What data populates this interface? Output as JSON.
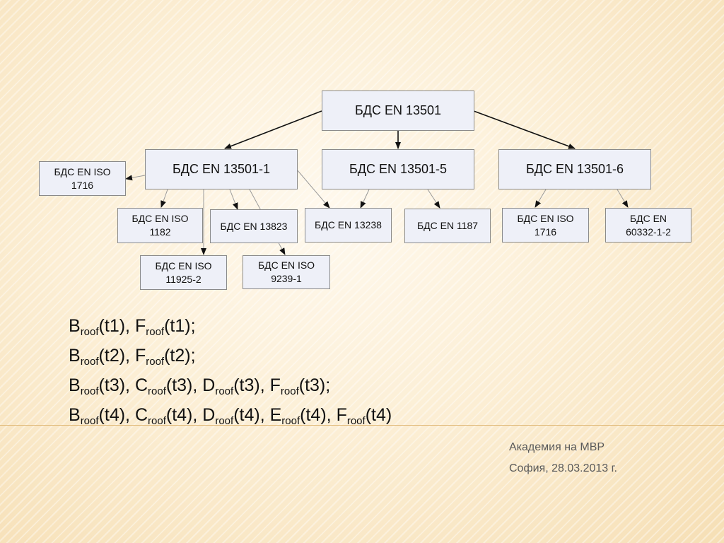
{
  "diagram": {
    "nodes": {
      "root": "БДС EN 13501",
      "part1": "БДС EN 13501-1",
      "part5": "БДС EN 13501-5",
      "part6": "БДС EN 13501-6",
      "iso1716_left": "БДС EN ISO\n1716",
      "iso1182": "БДС EN ISO\n1182",
      "en13823": "БДС EN 13823",
      "en13238": "БДС EN 13238",
      "en1187": "БДС EN 1187",
      "iso1716_right": "БДС EN ISO\n1716",
      "en60332": "БДС EN\n60332-1-2",
      "iso11925": "БДС EN ISO\n11925-2",
      "iso9239": "БДС EN ISO\n9239-1"
    },
    "edges": [
      [
        "root",
        "part1"
      ],
      [
        "root",
        "part5"
      ],
      [
        "root",
        "part6"
      ],
      [
        "part1",
        "iso1716_left"
      ],
      [
        "part1",
        "iso1182"
      ],
      [
        "part1",
        "en13823"
      ],
      [
        "part1",
        "en13238"
      ],
      [
        "part1",
        "iso11925"
      ],
      [
        "part1",
        "iso9239"
      ],
      [
        "part5",
        "en13238"
      ],
      [
        "part5",
        "en1187"
      ],
      [
        "part6",
        "iso1716_right"
      ],
      [
        "part6",
        "en60332"
      ]
    ]
  },
  "formulas": [
    [
      {
        "base": "B",
        "sub": "roof",
        "arg": "(t1)"
      },
      {
        "base": "F",
        "sub": "roof",
        "arg": "(t1)"
      }
    ],
    [
      {
        "base": "B",
        "sub": "roof",
        "arg": "(t2)"
      },
      {
        "base": "F",
        "sub": "roof",
        "arg": "(t2)"
      }
    ],
    [
      {
        "base": "B",
        "sub": "roof",
        "arg": "(t3)"
      },
      {
        "base": "C",
        "sub": "roof",
        "arg": "(t3)"
      },
      {
        "base": "D",
        "sub": "roof",
        "arg": "(t3)"
      },
      {
        "base": "F",
        "sub": "roof",
        "arg": "(t3)"
      }
    ],
    [
      {
        "base": "B",
        "sub": "roof",
        "arg": "(t4)"
      },
      {
        "base": "C",
        "sub": "roof",
        "arg": "(t4)"
      },
      {
        "base": "D",
        "sub": "roof",
        "arg": "(t4)"
      },
      {
        "base": "E",
        "sub": "roof",
        "arg": "(t4)"
      },
      {
        "base": "F",
        "sub": "roof",
        "arg": "(t4)"
      }
    ]
  ],
  "formula_separators": {
    "between_terms": ", ",
    "line_ends": [
      ";",
      ";",
      ";",
      ""
    ]
  },
  "footer": {
    "organization": "Академия на МВР",
    "place_date": "София, 28.03.2013 г."
  }
}
